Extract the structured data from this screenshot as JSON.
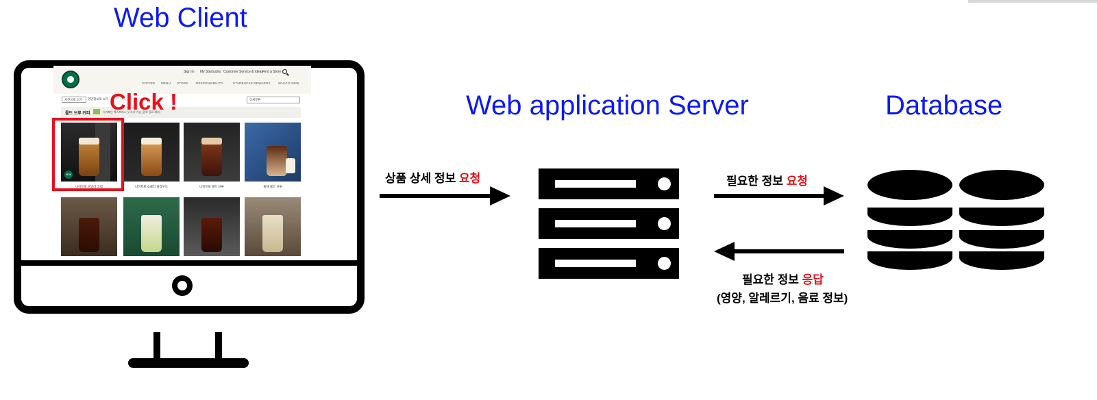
{
  "titles": {
    "client": "Web Client",
    "server": "Web application Server",
    "database": "Database"
  },
  "arrows": {
    "client_to_server": {
      "text": "상품 상세 정보 ",
      "highlight": "요청"
    },
    "server_to_db": {
      "text": "필요한 정보 ",
      "highlight": "요청"
    },
    "db_to_server": {
      "text": "필요한 정보 ",
      "highlight": "응답",
      "detail": "(영양, 알레르기, 음료 정보)"
    }
  },
  "click_label": "Click !",
  "website": {
    "utility_links": [
      "Sign In",
      "My Starbucks",
      "Customer Service & Ideas",
      "Find a Store"
    ],
    "nav_items": [
      "COFFEE",
      "MENU",
      "STORE",
      "RESPONSIBILITY",
      "STARBUCKS REWARDS",
      "WHAT'S NEW"
    ],
    "view_button": "사진으로 보기",
    "view_button2": "영양정보로 보기",
    "select_label": "상세분류",
    "category_title": "콜드 브루 커피",
    "category_desc": "디카페인 에스프레소 샷 추가 가능 (일부 음료 제외)",
    "new_badge": "NEW",
    "products_row1": [
      "나이트로 바닐라 크림",
      "나이트로 쇼콜라 클라우드",
      "나이트로 콜드 브루",
      "돌체 콜드 브루"
    ]
  },
  "colors": {
    "title_blue": "#0b19f5",
    "highlight_red": "#e8101b"
  }
}
